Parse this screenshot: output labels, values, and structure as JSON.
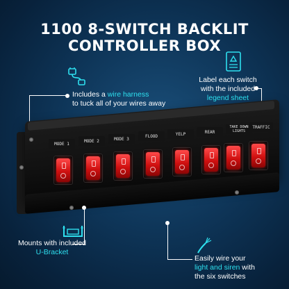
{
  "title": {
    "line1": "1100 8-SWITCH BACKLIT",
    "line2": "CONTROLLER BOX"
  },
  "callouts": {
    "harness": {
      "pre": "Includes a ",
      "highlight": "wire harness",
      "post": "to tuck all of your wires away"
    },
    "legend": {
      "line1": "Label each switch",
      "line2": "with the included",
      "highlight": "legend sheet"
    },
    "bracket": {
      "line1": "Mounts with included",
      "highlight": "U-Bracket"
    },
    "wire": {
      "line1": "Easily wire your",
      "highlight": "light and siren",
      "post": " with",
      "line3": "the six switches"
    }
  },
  "switches": [
    {
      "label": "MODE 1"
    },
    {
      "label": "MODE 2"
    },
    {
      "label": "MODE 3"
    },
    {
      "label": "FLOOD"
    },
    {
      "label": "YELP"
    },
    {
      "label": "REAR"
    },
    {
      "label": "TAKE DOWN LIGHTS"
    },
    {
      "label": "TRAFFIC"
    }
  ],
  "colors": {
    "accent": "#2ee0ef",
    "rocker": "#e01414",
    "background": "#0e3558"
  },
  "icons": [
    "wire-harness-icon",
    "legend-sheet-icon",
    "u-bracket-icon",
    "wire-icon"
  ]
}
